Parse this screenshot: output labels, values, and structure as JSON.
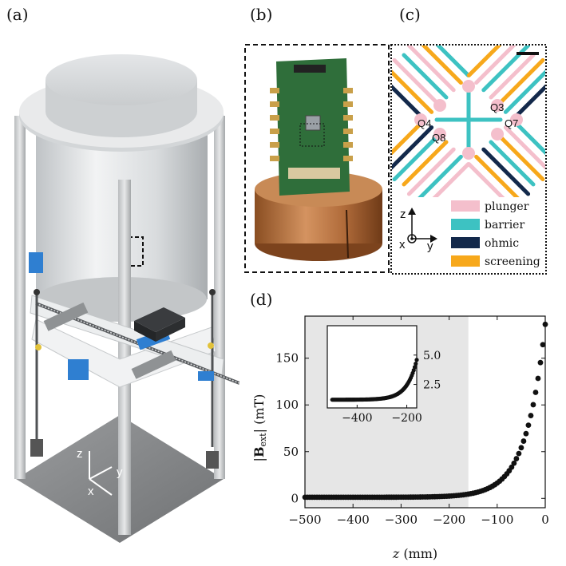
{
  "panels": {
    "a": "(a)",
    "b": "(b)",
    "c": "(c)",
    "d": "(d)"
  },
  "panel_a": {
    "axes": {
      "z": "z",
      "y": "y",
      "x": "x"
    }
  },
  "panel_c": {
    "qubits": [
      "Q3",
      "Q4",
      "Q7",
      "Q8"
    ],
    "axes": {
      "z": "z",
      "x": "x",
      "y": "y"
    },
    "legend": [
      {
        "label": "plunger",
        "color": "#f4bfcc"
      },
      {
        "label": "barrier",
        "color": "#3dc2c2"
      },
      {
        "label": "ohmic",
        "color": "#13294b"
      },
      {
        "label": "screening",
        "color": "#f7a81b"
      }
    ]
  },
  "chart_data": [
    {
      "type": "scatter",
      "title": "",
      "xlabel": "z (mm)",
      "ylabel": "|B_ext| (mT)",
      "xlim": [
        -500,
        0
      ],
      "ylim": [
        -10,
        195
      ],
      "xticks": [
        -500,
        -400,
        -300,
        -200,
        -100,
        0
      ],
      "yticks": [
        0,
        50,
        100,
        150
      ],
      "shaded_region": [
        -500,
        -160
      ],
      "model": "B = 185 * exp(z/40) + 1.2 (approx.)"
    },
    {
      "type": "scatter",
      "title": "inset",
      "xlabel": "",
      "ylabel": "",
      "xlim": [
        -520,
        -160
      ],
      "ylim": [
        0.5,
        7.5
      ],
      "xticks": [
        -400,
        -200
      ],
      "yticks": [
        2.5,
        5.0
      ],
      "x_range_points": [
        -500,
        -160
      ]
    }
  ]
}
